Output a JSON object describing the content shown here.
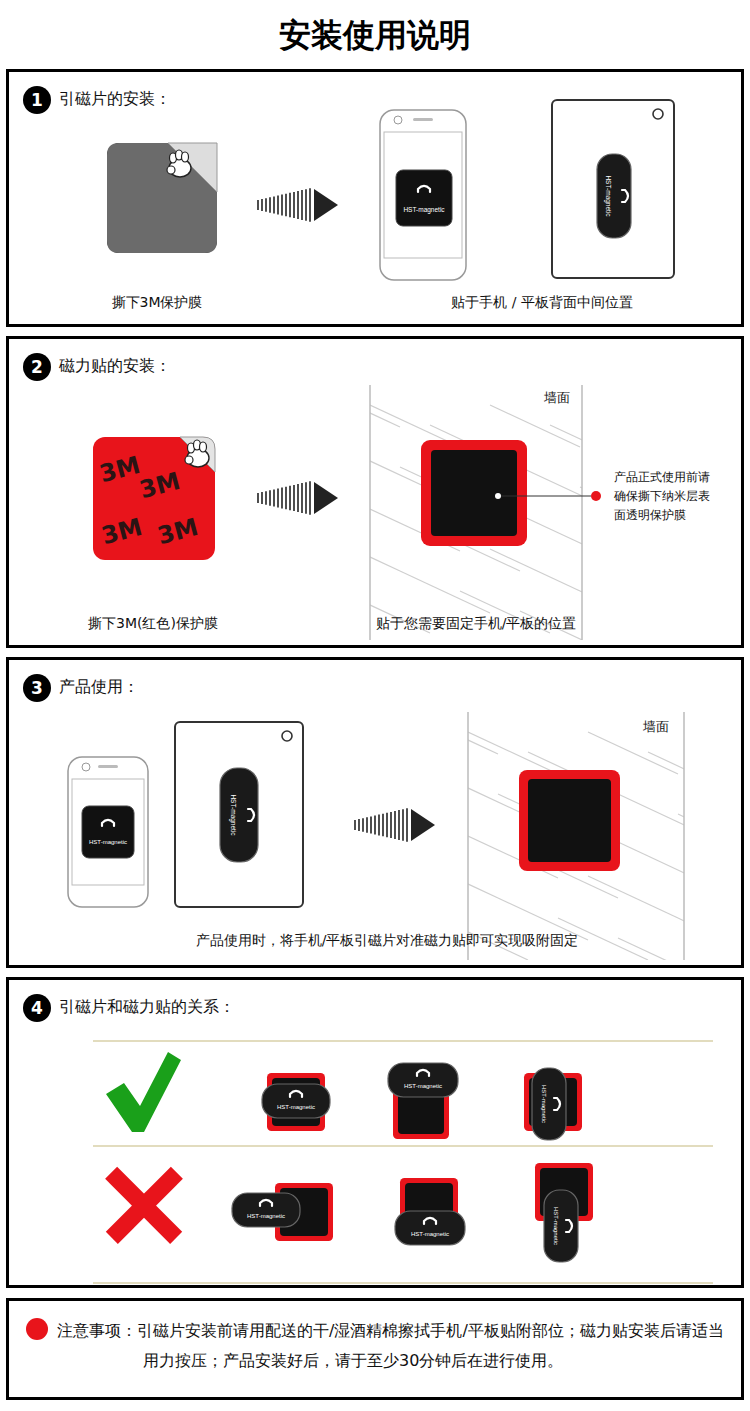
{
  "diagram": {
    "title": "安装使用说明",
    "nodes": [
      {
        "text": [
          "引磁片的安装："
        ]
      },
      {
        "text": [
          "1"
        ],
        "in": 0
      },
      {
        "text": [
          "磁力贴的安装："
        ]
      },
      {
        "text": [
          "2"
        ],
        "in": 2
      },
      {
        "text": [
          "产品使用："
        ]
      },
      {
        "text": [
          "3"
        ],
        "in": 4
      },
      {
        "text": [
          "引磁片和磁力贴的关系："
        ]
      },
      {
        "text": [
          "4"
        ],
        "in": 6
      },
      {
        "text": [
          "注意事项：引磁片安装前请用配送的干/湿酒精棉擦拭手机/平板贴附部位；磁力贴安装后请适当用力按压；产品安装好后，请于至少30分钟后在进行使用。"
        ]
      }
    ],
    "labels": [
      "撕下3M保护膜",
      "贴于手机 / 平板背面中间位置",
      "HST-magnetic",
      "HST-magnetic",
      "3M",
      "3M",
      "3M",
      "3M",
      "撕下3M(红色)保护膜",
      "墙面",
      "产品正式使用前请确保撕下纳米层表面透明保护膜",
      "贴于您需要固定手机/平板的位置",
      "HST-magnetic",
      "HST-magnetic",
      "墙面",
      "产品使用时，将手机/平板引磁片对准磁力贴即可实现吸附固定",
      "HST-magnetic",
      "HST-magnetic",
      "HST-magnetic",
      "HST-magnetic",
      "HST-magnetic",
      "HST-magnetic"
    ]
  }
}
